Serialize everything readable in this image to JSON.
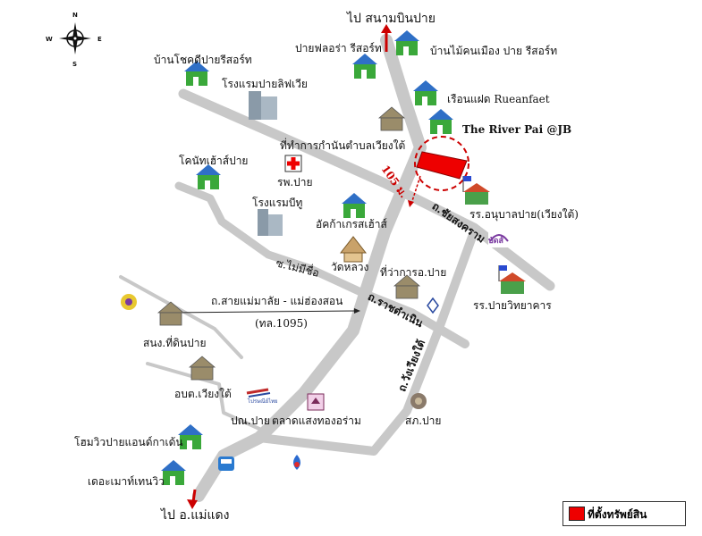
{
  "compass": {
    "n": "N",
    "s": "S",
    "e": "E",
    "w": "W"
  },
  "roads": {
    "chaisongkram": "ถ.ชัยสงคราม",
    "mai_mi_chue": "ซ.ไม่มีชื่อ",
    "sai_mae_malai": "ถ.สายแม่มาลัย - แม่ฮ่องสอน",
    "route_no": "(ทล.1095)",
    "ratchadamnoen": "ถ.ราชดำเนิน",
    "wiang_tai": "ถ.วังเวียงใต้"
  },
  "directions": {
    "airport": "ไป สนามบินปาย",
    "mae_taeng": "ไป อ.แม่แดง"
  },
  "distance_label": "105 ม.",
  "places": {
    "pai_flora": "ปายฟลอร่า รีสอร์ท",
    "ban_mai_khon_muang": "บ้านไม้คนเมือง ปาย รีสอร์ท",
    "ban_chok_dee": "บ้านโชคดีปายรีสอร์ท",
    "pai_living_hotel": "โรงแรมปายลิฟเวีย",
    "rueanfaet": "เรือนแฝด Rueanfaet",
    "river_pai": "The River Pai @JB",
    "kamnan_office": "ที่ทำการกำนันตำบลเวียงใต้",
    "kohat_hostel": "โคนัทเฮ้าส์ปาย",
    "hospital": "รพ.ปาย",
    "hotel_bt": "โรงแรมบีทู",
    "anuban_school": "รร.อนุบาลปาย(เวียงใต้)",
    "akha_guesthouse": "อัคก้าเกรสเฮ้าส์",
    "wat_luang": "วัดหลวง",
    "district_office": "ที่ว่าการอ.ปาย",
    "pai_witthayakarn": "รร.ปายวิทยาคาร",
    "land_office": "สนง.ที่ดินปาย",
    "obt_wiang_tai": "อบต.เวียงใต้",
    "post_office": "ปณ.ปาย",
    "market": "ตลาดแสงทองอร่าม",
    "police": "สภ.ปาย",
    "home_view": "โฮมวิวปายแอนด์กาเด้น",
    "mountain_view": "เดอะเมาท์เทนวิว",
    "post_logo": "ไปรษณีย์ไทย",
    "bank_logo": "บัดส์"
  },
  "legend": {
    "label": "ที่ตั้งทรัพย์สิน",
    "color": "#ee0000"
  },
  "colors": {
    "road": "#c8c8c8",
    "property": "#ee0000",
    "building": "#2f6fc6",
    "roof": "#3aa83a"
  }
}
